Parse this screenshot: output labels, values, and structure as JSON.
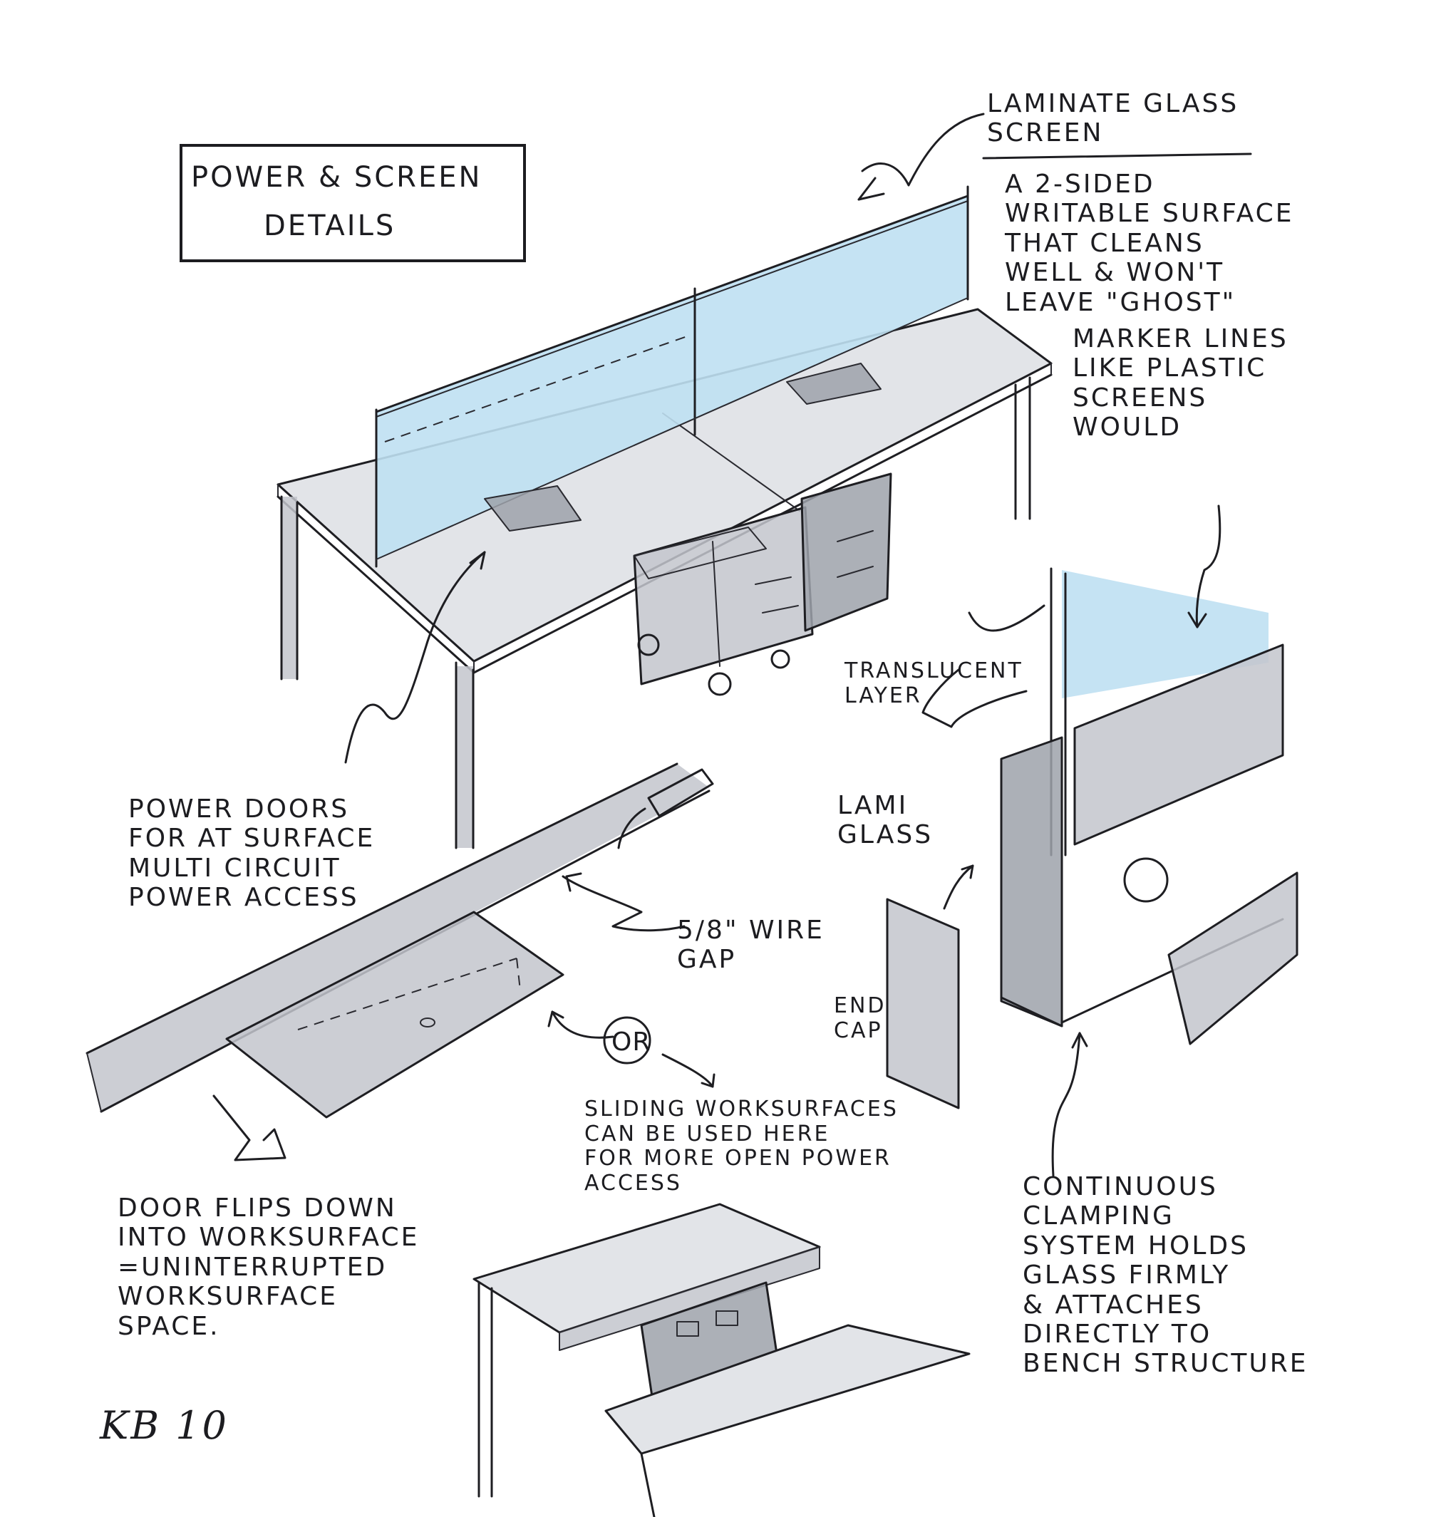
{
  "title": {
    "line1": "POWER & SCREEN",
    "line2": "DETAILS"
  },
  "annotations": {
    "laminate_glass": "LAMINATE GLASS\nSCREEN",
    "writable_surface": "A 2-SIDED\nWRITABLE SURFACE\nTHAT CLEANS\nWELL & WON'T\nLEAVE \"GHOST\"",
    "marker_lines": "MARKER LINES\nLIKE PLASTIC\nSCREENS\nWOULD",
    "translucent_layer": "TRANSLUCENT\nLAYER",
    "lami_glass": "LAMI\nGLASS",
    "end_cap": "END\nCAP",
    "power_doors": "POWER DOORS\nFOR AT SURFACE\nMULTI CIRCUIT\nPOWER ACCESS",
    "wire_gap": "5/8\" WIRE\nGAP",
    "or_label": "OR",
    "sliding_worksurfaces": "SLIDING WORKSURFACES\nCAN BE USED HERE\nFOR MORE OPEN POWER\nACCESS",
    "door_flips": "DOOR FLIPS DOWN\nINTO WORKSURFACE\n=UNINTERRUPTED\nWORKSURFACE\nSPACE.",
    "clamping_system": "CONTINUOUS\nCLAMPING\nSYSTEM HOLDS\nGLASS FIRMLY\n& ATTACHES\nDIRECTLY TO\nBENCH STRUCTURE"
  },
  "signature": "KB 10",
  "colors": {
    "ink": "#1e1e22",
    "marker_gray": "#c3c6cc",
    "glass_blue": "#bfe0f2",
    "paper": "#ffffff"
  }
}
